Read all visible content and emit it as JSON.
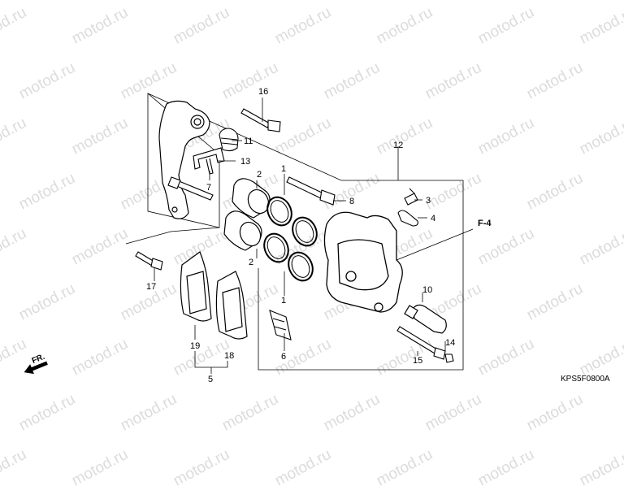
{
  "watermark": "motod.ru",
  "diagram_code": "KPS5F0800A",
  "direction_label": "FR.",
  "reference_label": "F-4",
  "callouts": {
    "c1a": "1",
    "c1b": "1",
    "c2a": "2",
    "c2b": "2",
    "c3": "3",
    "c4": "4",
    "c5": "5",
    "c6": "6",
    "c7": "7",
    "c8": "8",
    "c10": "10",
    "c11": "11",
    "c12": "12",
    "c13": "13",
    "c14": "14",
    "c15": "15",
    "c16": "16",
    "c17": "17",
    "c18": "18",
    "c19": "19"
  }
}
